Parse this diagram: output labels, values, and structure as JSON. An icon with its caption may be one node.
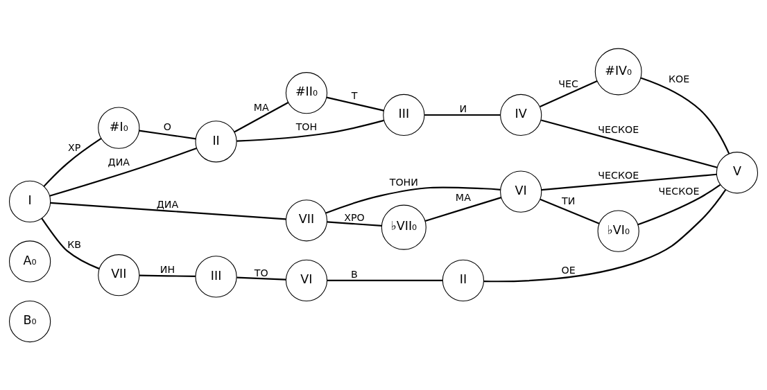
{
  "diagram": {
    "nodes": [
      {
        "text": [
          "B₀"
        ]
      },
      {
        "text": [
          "A₀"
        ]
      },
      {
        "text": [
          "#II₀"
        ]
      },
      {
        "text": [
          "#I₀"
        ]
      },
      {
        "text": [
          "II"
        ]
      },
      {
        "text": [
          "III"
        ]
      },
      {
        "text": [
          "IV"
        ]
      },
      {
        "text": [
          "#IV₀"
        ]
      },
      {
        "text": [
          "I"
        ]
      },
      {
        "text": [
          "VII"
        ]
      },
      {
        "text": [
          "VI"
        ]
      },
      {
        "text": [
          "V"
        ]
      },
      {
        "text": [
          "♭VII₀"
        ]
      },
      {
        "text": [
          "♭VI₀"
        ]
      },
      {
        "text": [
          "VII"
        ]
      },
      {
        "text": [
          "III"
        ]
      },
      {
        "text": [
          "VI"
        ]
      },
      {
        "text": [
          "II"
        ]
      }
    ],
    "edges": [
      {
        "from": 8,
        "to": 3,
        "arrow": "none",
        "label": "ХР"
      },
      {
        "from": 3,
        "to": 4,
        "arrow": "none",
        "label": "О"
      },
      {
        "from": 8,
        "to": 4,
        "arrow": "none",
        "label": "ДИА"
      },
      {
        "from": 4,
        "to": 2,
        "arrow": "none",
        "label": "МА"
      },
      {
        "from": 2,
        "to": 5,
        "arrow": "none",
        "label": "Т"
      },
      {
        "from": 4,
        "to": 5,
        "arrow": "none",
        "label": "ТОН"
      },
      {
        "from": 5,
        "to": 6,
        "arrow": "none",
        "label": "И"
      },
      {
        "from": 6,
        "to": 7,
        "arrow": "none",
        "label": "ЧЕС"
      },
      {
        "from": 7,
        "to": 11,
        "arrow": "none",
        "label": "КОЕ"
      },
      {
        "from": 6,
        "to": 11,
        "arrow": "none",
        "label": "ЧЕСКОЕ"
      },
      {
        "from": 8,
        "to": 9,
        "arrow": "none",
        "label": "ДИА"
      },
      {
        "from": 9,
        "to": 10,
        "arrow": "none",
        "label": "ТОНИ"
      },
      {
        "from": 9,
        "to": 12,
        "arrow": "none",
        "label": "ХРО"
      },
      {
        "from": 12,
        "to": 10,
        "arrow": "none",
        "label": "МА"
      },
      {
        "from": 10,
        "to": 11,
        "arrow": "none",
        "label": "ЧЕСКОЕ"
      },
      {
        "from": 10,
        "to": 13,
        "arrow": "none",
        "label": "ТИ"
      },
      {
        "from": 13,
        "to": 11,
        "arrow": "none",
        "label": "ЧЕСКОЕ"
      },
      {
        "from": 8,
        "to": 14,
        "arrow": "none",
        "label": "КВ"
      },
      {
        "from": 14,
        "to": 15,
        "arrow": "none",
        "label": "ИН"
      },
      {
        "from": 15,
        "to": 16,
        "arrow": "none",
        "label": "ТО"
      },
      {
        "from": 16,
        "to": 17,
        "arrow": "none",
        "label": "В"
      },
      {
        "from": 17,
        "to": 11,
        "arrow": "none",
        "label": "ОЕ"
      }
    ]
  }
}
